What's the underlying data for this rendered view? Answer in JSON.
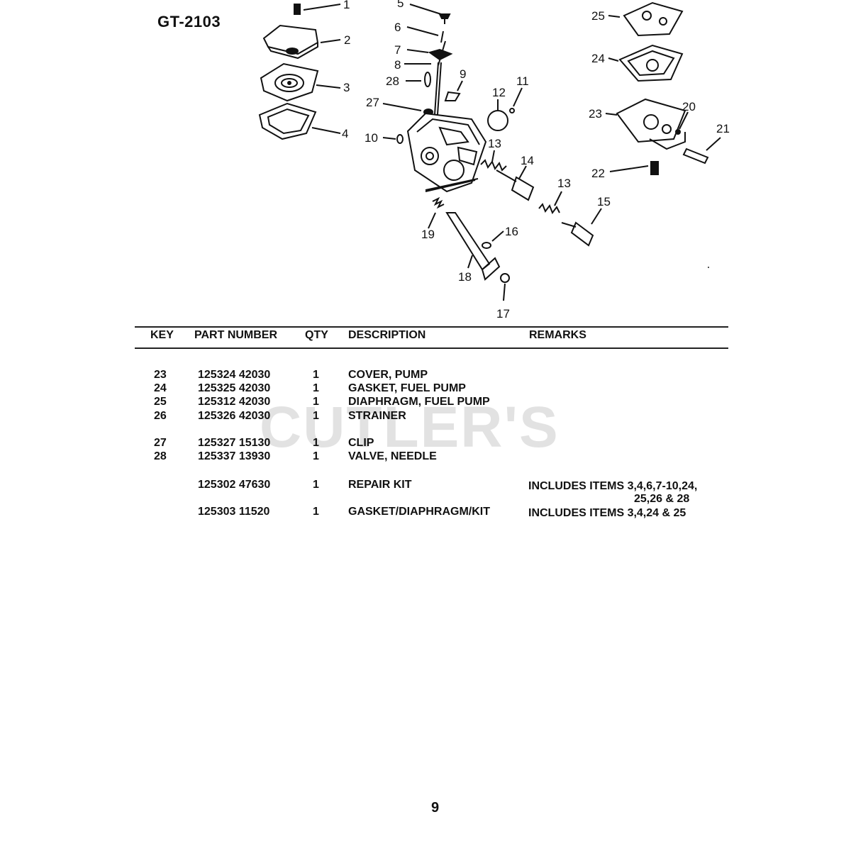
{
  "model": "GT-2103",
  "callouts": [
    "1",
    "2",
    "3",
    "4",
    "5",
    "6",
    "7",
    "8",
    "28",
    "9",
    "27",
    "12",
    "11",
    "10",
    "13",
    "14",
    "13",
    "15",
    "19",
    "16",
    "18",
    "17",
    "25",
    "24",
    "23",
    "20",
    "21",
    "22"
  ],
  "table": {
    "headers": [
      "KEY",
      "PART NUMBER",
      "QTY",
      "DESCRIPTION",
      "REMARKS"
    ],
    "rows": [
      {
        "key": "23",
        "part": "125324 42030",
        "qty": "1",
        "desc": "COVER, PUMP",
        "remarks": ""
      },
      {
        "key": "24",
        "part": "125325 42030",
        "qty": "1",
        "desc": "GASKET, FUEL PUMP",
        "remarks": ""
      },
      {
        "key": "25",
        "part": "125312 42030",
        "qty": "1",
        "desc": "DIAPHRAGM, FUEL PUMP",
        "remarks": ""
      },
      {
        "key": "26",
        "part": "125326 42030",
        "qty": "1",
        "desc": "STRAINER",
        "remarks": ""
      },
      {
        "key": "27",
        "part": "125327 15130",
        "qty": "1",
        "desc": "CLIP",
        "remarks": ""
      },
      {
        "key": "28",
        "part": "125337 13930",
        "qty": "1",
        "desc": "VALVE, NEEDLE",
        "remarks": ""
      },
      {
        "key": "",
        "part": "125302 47630",
        "qty": "1",
        "desc": "REPAIR KIT",
        "remarks": "INCLUDES ITEMS 3,4,6,7-10,24,",
        "remarks2": "25,26 & 28"
      },
      {
        "key": "",
        "part": "125303 11520",
        "qty": "1",
        "desc": "GASKET/DIAPHRAGM/KIT",
        "remarks": "INCLUDES ITEMS 3,4,24 & 25"
      }
    ]
  },
  "watermark": "CUTLER'S",
  "page_number": "9"
}
